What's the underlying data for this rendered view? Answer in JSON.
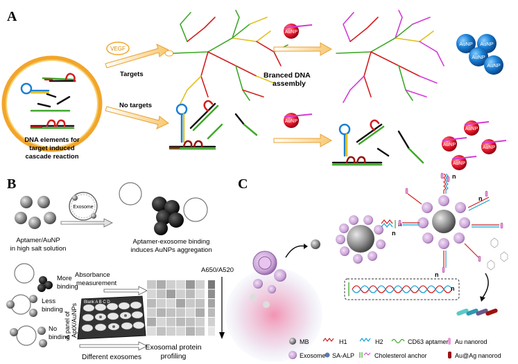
{
  "panels": {
    "a": {
      "letter": "A",
      "vegf": "VEGF",
      "targets": "Targets",
      "no_targets": "No targets",
      "branched_1": "Branced DNA",
      "branched_2": "assembly",
      "caption_1": "DNA elements for",
      "caption_2": "target induced",
      "caption_3": "cascade reaction",
      "aunp": "AuNP"
    },
    "b": {
      "letter": "B",
      "exosome": "Exosome",
      "aptamer_1": "Aptamer/AuNP",
      "aptamer_2": "in high salt solution",
      "binding_1": "Aptamer-exosome binding",
      "binding_2": "induces AuNPs aggregation",
      "more_1": "More",
      "more_2": "binding",
      "less_1": "Less",
      "less_2": "binding",
      "no_1": "No",
      "no_2": "binding",
      "absorb_1": "Absorbance",
      "absorb_2": "measurement",
      "panel_1": "A panel of",
      "panel_2": "AptX/AuNPs",
      "plate_cols": "Blank  A    B    C    D",
      "different": "Different exosomes",
      "ratio": "A650/A520",
      "profiling_1": "Exosomal protein",
      "profiling_2": "profiling"
    },
    "c": {
      "letter": "C",
      "n": "n",
      "legend": {
        "mb": "MB",
        "h1": "H1",
        "h2": "H2",
        "cd63": "CD63 aptamer",
        "au": "Au nanorod",
        "exosome": "Exosome",
        "sa_alp": "SA-ALP",
        "chol": "Cholesterol anchor",
        "auag": "Au@Ag nanorod"
      }
    }
  },
  "colors": {
    "orange": "#f2a52b",
    "aunp_red": "#e8192c",
    "aunp_blue": "#1a7fd4",
    "magenta": "#d23ad8",
    "green": "#3ea829",
    "dark_red": "#9b1212",
    "exosome_pink": "#c9a3d6"
  }
}
